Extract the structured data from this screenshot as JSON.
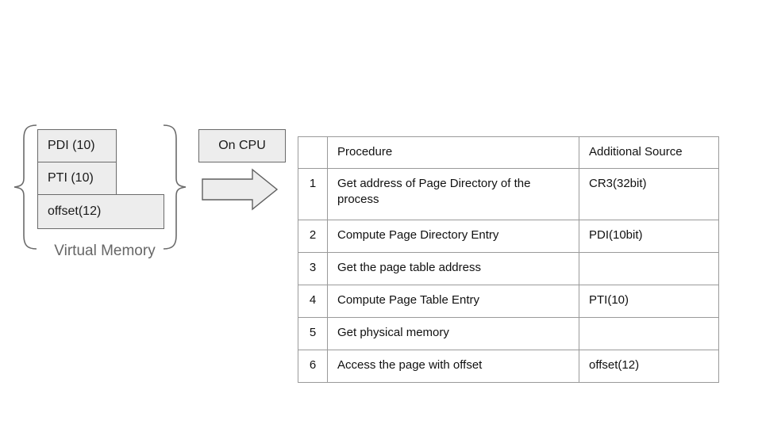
{
  "diagram": {
    "virtual_memory": {
      "label": "Virtual Memory",
      "fields": [
        {
          "name": "pdi",
          "text": "PDI (10)"
        },
        {
          "name": "pti",
          "text": "PTI (10)"
        },
        {
          "name": "offset",
          "text": "offset(12)"
        }
      ],
      "brace_left_icon": "left-curly-brace-icon",
      "brace_right_icon": "right-curly-brace-icon"
    },
    "cpu": {
      "label": "On CPU",
      "arrow_icon": "right-arrow-icon"
    }
  },
  "table": {
    "headers": [
      "",
      "Procedure",
      "Additional Source"
    ],
    "rows": [
      {
        "index": "1",
        "procedure": "Get address of Page Directory of the process",
        "source": "CR3(32bit)"
      },
      {
        "index": "2",
        "procedure": "Compute Page Directory Entry",
        "source": "PDI(10bit)"
      },
      {
        "index": "3",
        "procedure": "Get the page table address",
        "source": ""
      },
      {
        "index": "4",
        "procedure": "Compute Page Table Entry",
        "source": "PTI(10)"
      },
      {
        "index": "5",
        "procedure": "Get physical memory",
        "source": ""
      },
      {
        "index": "6",
        "procedure": "Access the page with offset",
        "source": "offset(12)"
      }
    ]
  },
  "colors": {
    "box_fill": "#ededed",
    "box_border": "#6b6b6b",
    "table_border": "#9a9a9a",
    "label_gray": "#666666",
    "text_dark": "#111111"
  }
}
